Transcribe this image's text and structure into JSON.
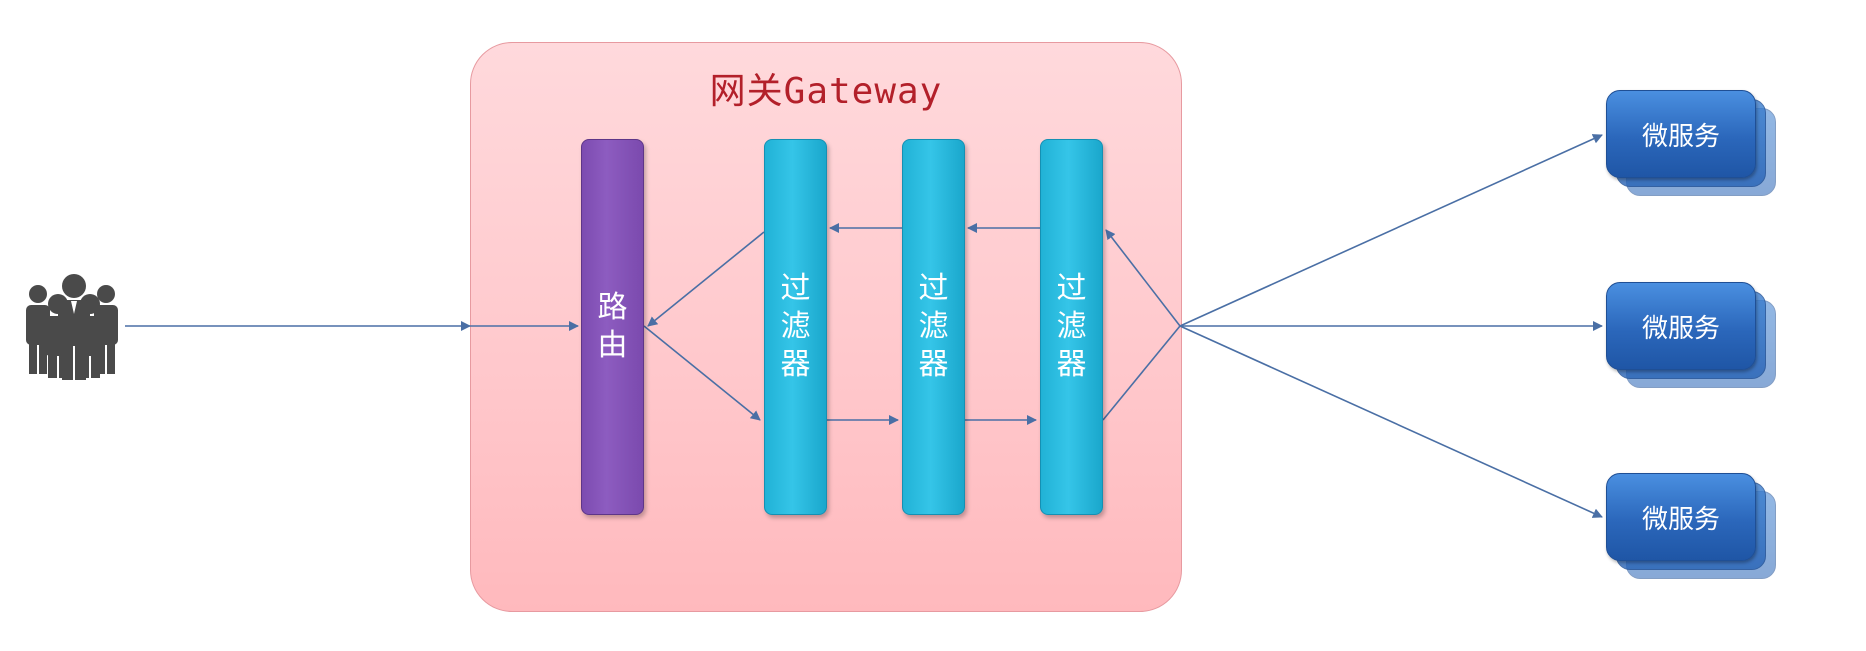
{
  "gateway": {
    "title": "网关Gateway"
  },
  "router": {
    "label": "路由"
  },
  "filters": [
    {
      "label": "过滤器"
    },
    {
      "label": "过滤器"
    },
    {
      "label": "过滤器"
    }
  ],
  "microservices": [
    {
      "label": "微服务"
    },
    {
      "label": "微服务"
    },
    {
      "label": "微服务"
    }
  ],
  "icons": {
    "users": "users-group-icon"
  },
  "colors": {
    "gateway_fill": "#ffc7cb",
    "gateway_title": "#b3202a",
    "router": "#8d5cc0",
    "filter": "#35c5e8",
    "microservice": "#2b67bb",
    "arrow": "#4a6fa5",
    "users_icon": "#4a4a4a"
  }
}
